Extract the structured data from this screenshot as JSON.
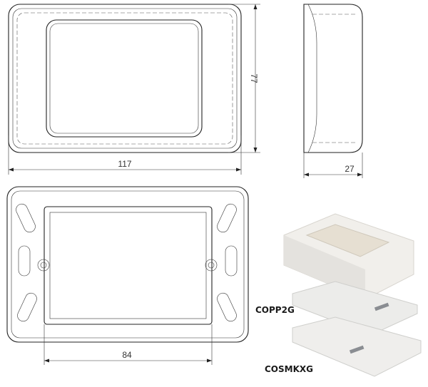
{
  "dimensions": {
    "width": "117",
    "height": "77",
    "depth": "27",
    "mount_spacing": "84"
  },
  "parts": {
    "plate": "COPP2G",
    "box": "COSMKXG"
  }
}
